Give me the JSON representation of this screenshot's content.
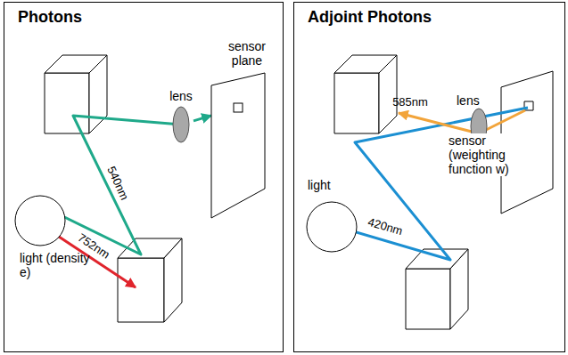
{
  "diagram": {
    "nodes": [
      {
        "text": [
          "Photons"
        ]
      },
      {
        "text": [
          "sensor plane"
        ],
        "in": 0
      },
      {
        "text": [
          "lens"
        ],
        "in": 0
      },
      {
        "text": [
          "light (density e)"
        ],
        "in": 0
      },
      {
        "text": [
          "Adjoint Photons"
        ]
      },
      {
        "text": [
          "lens"
        ],
        "in": 4
      },
      {
        "text": [
          "sensor (weighting function w)"
        ],
        "in": 4
      },
      {
        "text": [
          "light"
        ],
        "in": 4
      }
    ],
    "edges": [
      {
        "from": 2,
        "to": 1,
        "arrow": "to"
      }
    ],
    "labels": [
      "540nm",
      "752nm",
      "585nm",
      "420nm"
    ]
  }
}
